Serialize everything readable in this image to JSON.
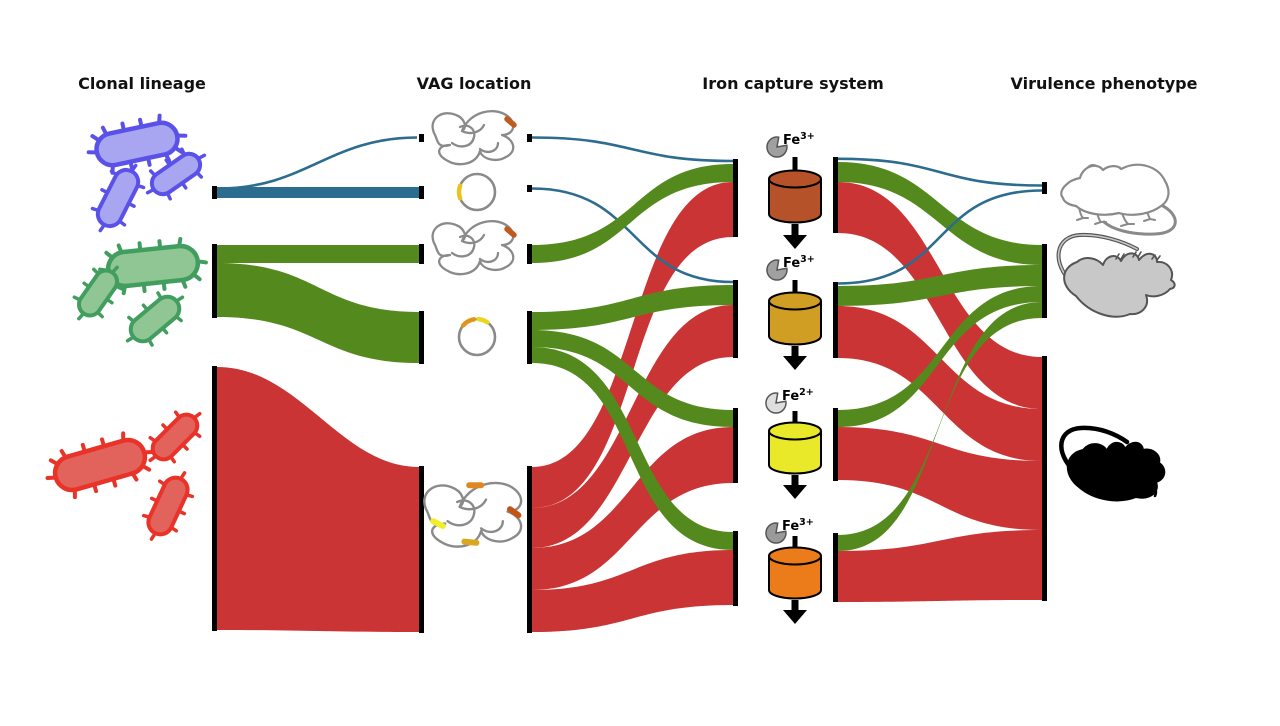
{
  "figure": {
    "columns": [
      {
        "label": "Clonal lineage"
      },
      {
        "label": "VAG location"
      },
      {
        "label": "Iron capture system"
      },
      {
        "label": "Virulence phenotype"
      }
    ]
  },
  "clonal_lineages": [
    {
      "id": "lineage-blue",
      "flow_color": "#2b6c8f",
      "bacteria_fill": "#a9a6f1",
      "bacteria_outline": "#5a52e8"
    },
    {
      "id": "lineage-green",
      "flow_color": "#548a1d",
      "bacteria_fill": "#8fc693",
      "bacteria_outline": "#419e5e"
    },
    {
      "id": "lineage-red",
      "flow_color": "#cb3434",
      "bacteria_fill": "#e2625c",
      "bacteria_outline": "#e93328"
    }
  ],
  "vag_locations": [
    {
      "type": "chromosome",
      "lineage": "lineage-blue",
      "marked_genes": [
        "rust"
      ]
    },
    {
      "type": "plasmid",
      "lineage": "lineage-blue",
      "marked_genes": [
        "yellow"
      ]
    },
    {
      "type": "chromosome",
      "lineage": "lineage-green",
      "marked_genes": [
        "rust"
      ]
    },
    {
      "type": "plasmid",
      "lineage": "lineage-green",
      "marked_genes": [
        "orange",
        "yellow"
      ]
    },
    {
      "type": "chromosome",
      "lineage": "lineage-red",
      "marked_genes": [
        "orange",
        "rust",
        "yellow",
        "gold"
      ]
    }
  ],
  "iron_systems": [
    {
      "ion_base": "Fe",
      "ion_charge": "3+",
      "cylinder_color": "#b5522a",
      "ion_disc_color": "#a0a0a0"
    },
    {
      "ion_base": "Fe",
      "ion_charge": "3+",
      "cylinder_color": "#cf9e23",
      "ion_disc_color": "#a0a0a0"
    },
    {
      "ion_base": "Fe",
      "ion_charge": "2+",
      "cylinder_color": "#e9e929",
      "ion_disc_color": "#dedede"
    },
    {
      "ion_base": "Fe",
      "ion_charge": "3+",
      "cylinder_color": "#ec7b19",
      "ion_disc_color": "#9a9a9a"
    }
  ],
  "virulence_phenotypes": [
    {
      "mouse": "white-mouse-standing",
      "color": "#ffffff"
    },
    {
      "mouse": "gray-mouse-supine",
      "color": "#c8c8c8"
    },
    {
      "mouse": "black-mouse-supine",
      "color": "#000000"
    }
  ],
  "flows": [
    {
      "from": "lineage-blue",
      "to": "chromosome-1",
      "color": "blue",
      "weight": "thin"
    },
    {
      "from": "lineage-blue",
      "to": "plasmid-1",
      "color": "blue",
      "weight": "medium"
    },
    {
      "from": "lineage-green",
      "to": "chromosome-2",
      "color": "green",
      "weight": "medium"
    },
    {
      "from": "lineage-green",
      "to": "plasmid-2",
      "color": "green",
      "weight": "wide"
    },
    {
      "from": "lineage-red",
      "to": "chromosome-3",
      "color": "red",
      "weight": "wide"
    },
    {
      "from": "chromosome-1",
      "to": "iron-system-1",
      "color": "blue",
      "weight": "thin"
    },
    {
      "from": "plasmid-1",
      "to": "iron-system-2",
      "color": "blue",
      "weight": "thin"
    },
    {
      "from": "chromosome-2",
      "to": "iron-system-1",
      "color": "green",
      "weight": "medium"
    },
    {
      "from": "plasmid-2",
      "to": "iron-system-2",
      "color": "green",
      "weight": "medium"
    },
    {
      "from": "plasmid-2",
      "to": "iron-system-3",
      "color": "green",
      "weight": "medium"
    },
    {
      "from": "plasmid-2",
      "to": "iron-system-4",
      "color": "green",
      "weight": "medium"
    },
    {
      "from": "chromosome-3",
      "to": "iron-system-1",
      "color": "red",
      "weight": "wide"
    },
    {
      "from": "chromosome-3",
      "to": "iron-system-2",
      "color": "red",
      "weight": "wide"
    },
    {
      "from": "chromosome-3",
      "to": "iron-system-3",
      "color": "red",
      "weight": "wide"
    },
    {
      "from": "chromosome-3",
      "to": "iron-system-4",
      "color": "red",
      "weight": "wide"
    },
    {
      "from": "iron-system-1",
      "to": "white-mouse",
      "color": "blue",
      "weight": "thin"
    },
    {
      "from": "iron-system-2",
      "to": "white-mouse",
      "color": "blue",
      "weight": "thin"
    },
    {
      "from": "iron-system-1",
      "to": "gray-mouse",
      "color": "green",
      "weight": "medium"
    },
    {
      "from": "iron-system-2",
      "to": "gray-mouse",
      "color": "green",
      "weight": "medium"
    },
    {
      "from": "iron-system-3",
      "to": "gray-mouse",
      "color": "green",
      "weight": "medium"
    },
    {
      "from": "iron-system-4",
      "to": "gray-mouse",
      "color": "green",
      "weight": "medium"
    },
    {
      "from": "iron-system-1",
      "to": "black-mouse",
      "color": "red",
      "weight": "wide"
    },
    {
      "from": "iron-system-2",
      "to": "black-mouse",
      "color": "red",
      "weight": "wide"
    },
    {
      "from": "iron-system-3",
      "to": "black-mouse",
      "color": "red",
      "weight": "wide"
    },
    {
      "from": "iron-system-4",
      "to": "black-mouse",
      "color": "red",
      "weight": "wide"
    }
  ]
}
